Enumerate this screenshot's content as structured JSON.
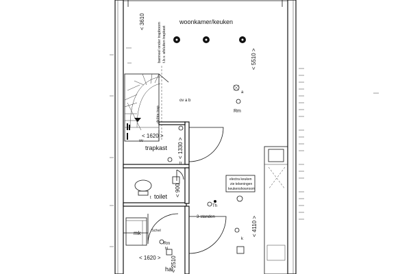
{
  "rooms": {
    "woonkamer": "woonkamer/keuken",
    "trapkast": "trapkast",
    "toilet": "toilet",
    "hal": "hal"
  },
  "dimensions": {
    "d3610": "< 3610",
    "d5510": "< 5510 >",
    "d1620_top": "< 1620 >",
    "d1330": "< 1330 >",
    "d900": "< 900",
    "d4110": "< 4110 >",
    "d1620_bottom": "< 1620 >",
    "d2510": "< 2510"
  },
  "notes": {
    "banneel_line1": "banneel onder trapboom",
    "banneel_line2": "t.b.v. afsluiten trapkast",
    "dichte_trap": "dichte trap",
    "electra_line1": "electra keuken",
    "electra_line2": "zie tekeningen",
    "electra_line3": "keukenshowroom",
    "standen": "3-standen"
  },
  "symbols": {
    "ov_a_b": "ov a  b",
    "a": "a",
    "rm_main": "Rm",
    "vv": "vv",
    "tr": "tr",
    "th": "Th",
    "k": "k",
    "mk": "mk",
    "schel": "Schel",
    "rm_hal": "Rm",
    "bl": "bl",
    "t": "t"
  }
}
